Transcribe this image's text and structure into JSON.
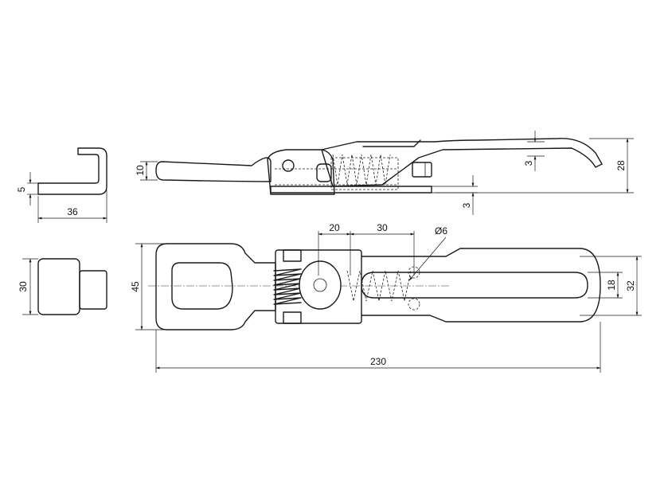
{
  "dimensions": {
    "hook_height": "5",
    "hook_length": "36",
    "block_height": "30",
    "eye_thickness": "10",
    "lever_gap_top": "3",
    "lever_gap_bottom": "3",
    "overall_height_side": "28",
    "offset_a": "20",
    "offset_b": "30",
    "hole_diameter": "Ø6",
    "base_width": "45",
    "slot_width": "18",
    "plate_width": "32",
    "overall_length": "230"
  }
}
